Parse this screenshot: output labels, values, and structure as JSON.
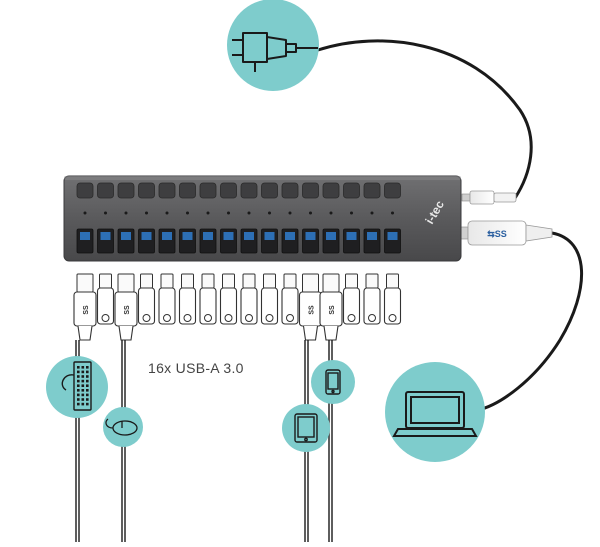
{
  "hub": {
    "brand": "i-tec",
    "port_count": 16,
    "port_type_label": "16x USB-A 3.0"
  },
  "colors": {
    "circle_fill": "#7ecccc",
    "hub_body": "#58585a",
    "port_blue": "#2d6fb5",
    "cable": "#1a1a1a"
  },
  "icons": {
    "power": "power-plug-icon",
    "host": "laptop-icon",
    "devices": [
      "keyboard-icon",
      "mouse-icon",
      "tablet-icon",
      "smartphone-icon"
    ]
  },
  "usb_logo": "SS"
}
